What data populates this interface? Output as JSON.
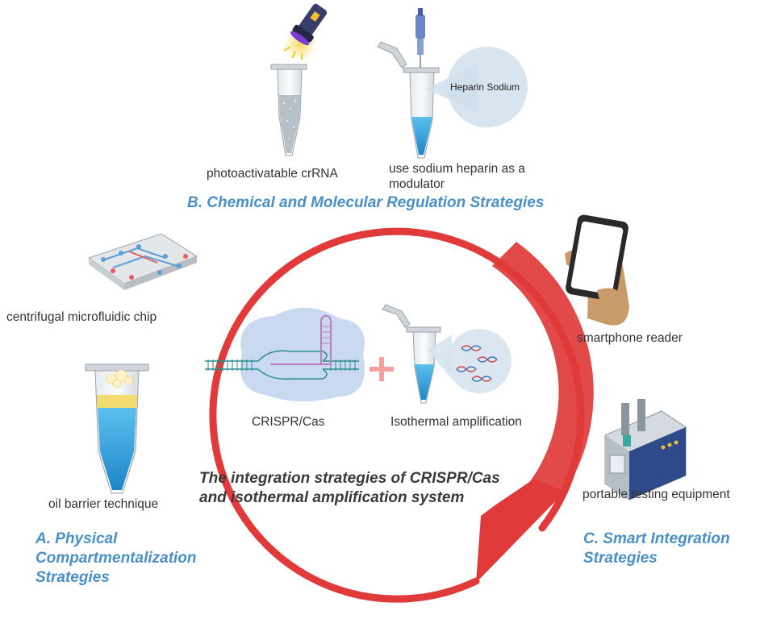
{
  "strategies": {
    "a": "A. Physical Compartmentalization Strategies",
    "b": "B. Chemical and Molecular Regulation Strategies",
    "c": "C. Smart Integration Strategies"
  },
  "center": {
    "title_line1": "The integration strategies of CRISPR/Cas",
    "title_line2": "and isothermal amplification system",
    "crispr_label": "CRISPR/Cas",
    "isothermal_label": "Isothermal amplification"
  },
  "labels": {
    "photoactivatable": "photoactivatable crRNA",
    "heparin_line1": "use sodium heparin as a",
    "heparin_line2": "modulator",
    "heparin_bubble": "Heparin Sodium",
    "microfluidic": "centrifugal microfluidic chip",
    "oil_barrier": "oil barrier technique",
    "smartphone": "smartphone reader",
    "portable": "portable testing equipment"
  },
  "colors": {
    "strategy_blue": "#4a90c8",
    "arrow_red": "#e03a3a",
    "liquid_blue": "#3aa8e0"
  }
}
